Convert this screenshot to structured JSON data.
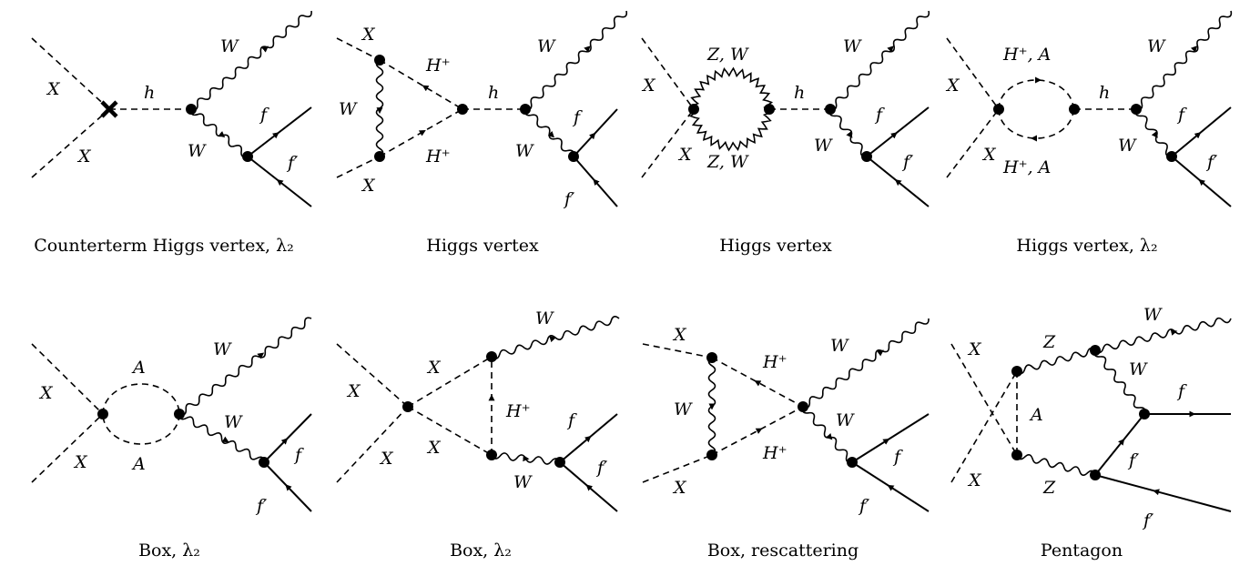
{
  "diagrams": [
    {
      "caption": "Counterterm Higgs vertex, λ₂",
      "labels": {
        "x_top": "X",
        "x_bot": "X",
        "h": "h",
        "w_top": "W",
        "w_bot": "W",
        "f": "f",
        "fp": "f′"
      }
    },
    {
      "caption": "Higgs vertex",
      "labels": {
        "x_top": "X",
        "x_bot": "X",
        "w_left": "W",
        "hp_top": "H⁺",
        "hp_bot": "H⁺",
        "h": "h",
        "w_top": "W",
        "w_bot": "W",
        "f": "f",
        "fp": "f′"
      }
    },
    {
      "caption": "Higgs vertex",
      "labels": {
        "x_top": "X",
        "x_bot": "X",
        "zw_top": "Z, W",
        "zw_bot": "Z, W",
        "h": "h",
        "w_top": "W",
        "w_bot": "W",
        "f": "f",
        "fp": "f′"
      }
    },
    {
      "caption": "Higgs vertex, λ₂",
      "labels": {
        "x_top": "X",
        "x_bot": "X",
        "ha_top": "H⁺, A",
        "ha_bot": "H⁺, A",
        "h": "h",
        "w_top": "W",
        "w_bot": "W",
        "f": "f",
        "fp": "f′"
      }
    },
    {
      "caption": "Box, λ₂",
      "labels": {
        "x_top": "X",
        "x_bot": "X",
        "a_top": "A",
        "a_bot": "A",
        "w_top": "W",
        "w_mid": "W",
        "f": "f",
        "fp": "f′"
      }
    },
    {
      "caption": "Box, λ₂",
      "labels": {
        "x_left": "X",
        "x_bot": "X",
        "x_in_top": "X",
        "x_in_bot": "X",
        "hp": "H⁺",
        "w_top": "W",
        "w_bot": "W",
        "f": "f",
        "fp": "f′"
      }
    },
    {
      "caption": "Box, rescattering",
      "labels": {
        "x_top": "X",
        "x_bot": "X",
        "w_left": "W",
        "hp_top": "H⁺",
        "hp_bot": "H⁺",
        "w_top": "W",
        "w_mid": "W",
        "f": "f",
        "fp": "f′"
      }
    },
    {
      "caption": "Pentagon",
      "labels": {
        "x_top": "X",
        "x_bot": "X",
        "z_top": "Z",
        "z_bot": "Z",
        "a": "A",
        "w_top": "W",
        "w_mid": "W",
        "f": "f",
        "fp_in": "f′",
        "fp": "f′"
      }
    }
  ]
}
